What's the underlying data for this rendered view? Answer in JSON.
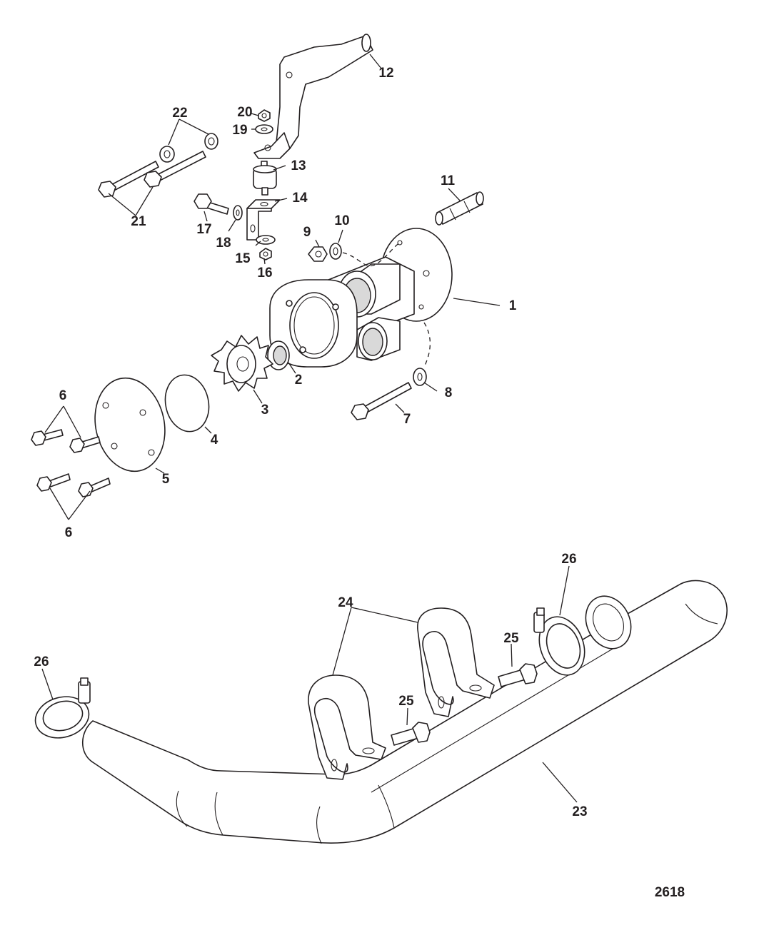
{
  "callouts": {
    "c1": "1",
    "c2": "2",
    "c3": "3",
    "c4": "4",
    "c5": "5",
    "c6a": "6",
    "c6b": "6",
    "c7": "7",
    "c8": "8",
    "c9": "9",
    "c10": "10",
    "c11": "11",
    "c12": "12",
    "c13": "13",
    "c14": "14",
    "c15": "15",
    "c16": "16",
    "c17": "17",
    "c18": "18",
    "c19": "19",
    "c20": "20",
    "c21": "21",
    "c22": "22",
    "c23": "23",
    "c24": "24",
    "c25a": "25",
    "c25b": "25",
    "c26a": "26",
    "c26b": "26"
  },
  "figure_number": "2618"
}
